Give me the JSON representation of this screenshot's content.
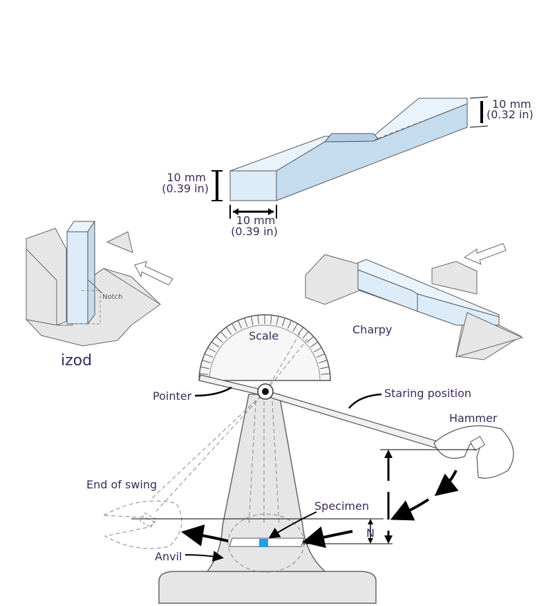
{
  "specimen": {
    "height_label": "10 mm",
    "height_label_in": "(0.39 in)",
    "width_label": "10 mm",
    "width_label_in": "(0.39 in)",
    "notch_depth_label": "10 mm",
    "notch_depth_label_in": "(0.32 in)"
  },
  "izod": {
    "title": "izod",
    "notch_label": "Notch"
  },
  "charpy": {
    "title": "Charpy"
  },
  "machine": {
    "scale_label": "Scale",
    "pointer_label": "Pointer",
    "starting_position_label": "Staring position",
    "hammer_label": "Hammer",
    "end_of_swing_label": "End of swing",
    "specimen_label": "Specimen",
    "anvil_label": "Anvil",
    "n_label": "N"
  },
  "colors": {
    "specimen_fill": "#dcecf8",
    "specimen_side": "#c4dcee",
    "specimen_top": "#e8f3fb",
    "ground": "#e6e6e6",
    "specimen_marker": "#1aa3e8",
    "text": "#3b2a5e"
  }
}
